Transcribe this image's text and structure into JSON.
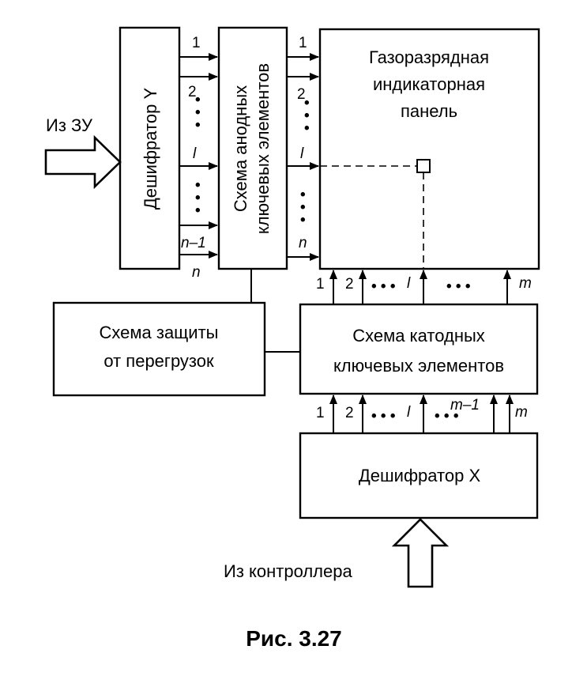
{
  "figure": {
    "caption": "Рис. 3.27"
  },
  "inputs": {
    "from_memory": "Из ЗУ",
    "from_controller": "Из контроллера"
  },
  "blocks": {
    "decoder_y": "Дешифратор Y",
    "anode_keys": [
      "Схема анодных",
      "ключевых элементов"
    ],
    "panel": [
      "Газоразрядная",
      "индикаторная",
      "панель"
    ],
    "overload_protection": [
      "Схема защиты",
      "от перегрузок"
    ],
    "cathode_keys": [
      "Схема катодных",
      "ключевых элементов"
    ],
    "decoder_x": "Дешифратор X"
  },
  "line_labels": {
    "y_outputs": [
      "1",
      "2",
      "l",
      "n–1",
      "n"
    ],
    "anode_outputs": [
      "1",
      "2",
      "l",
      "n"
    ],
    "cathode_to_panel": [
      "1",
      "2",
      "l",
      "m"
    ],
    "decoder_x_outputs": [
      "1",
      "2",
      "l",
      "m–1",
      "m"
    ],
    "dots": "• • •"
  }
}
